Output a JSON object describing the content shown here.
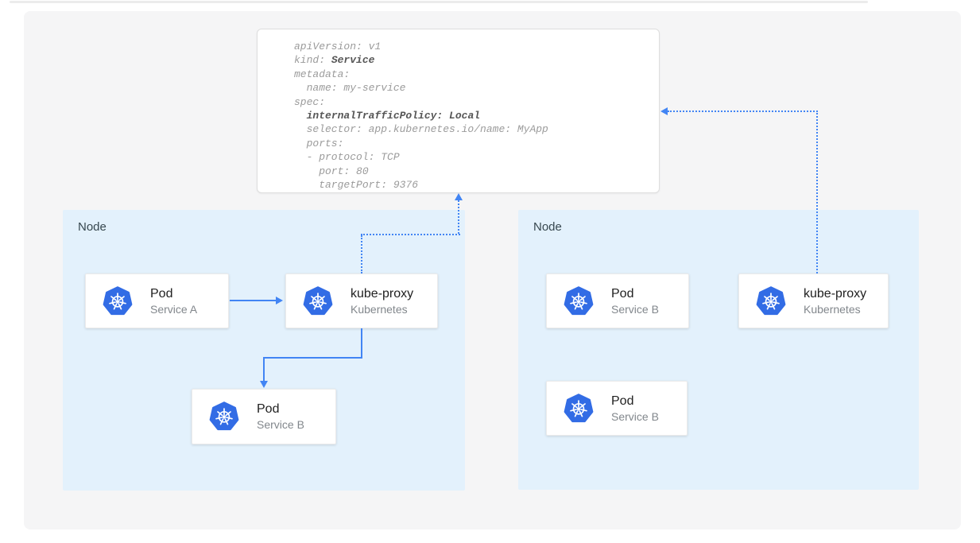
{
  "diagram": {
    "description": "Kubernetes Service internalTrafficPolicy diagram",
    "colors": {
      "accent_blue": "#4285f4",
      "kubernetes_blue": "#326ce5",
      "node_fill": "#e3f1fc",
      "canvas_fill": "#f5f5f6",
      "code_gray": "#9b9b9b",
      "code_bold_gray": "#565656"
    }
  },
  "yaml": {
    "lines": [
      {
        "pre": "apiVersion: v1"
      },
      {
        "pre": "kind: ",
        "bold": "Service"
      },
      {
        "pre": "metadata:"
      },
      {
        "pre": "  name: my-service"
      },
      {
        "pre": "spec:"
      },
      {
        "pre": "  ",
        "bold": "internalTrafficPolicy: Local"
      },
      {
        "pre": "  selector: app.kubernetes.io/name: MyApp"
      },
      {
        "pre": "  ports:"
      },
      {
        "pre": "  - protocol: TCP"
      },
      {
        "pre": "    port: 80"
      },
      {
        "pre": "    targetPort: 9376"
      }
    ]
  },
  "nodes": [
    {
      "label": "Node",
      "cards": [
        {
          "title": "Pod",
          "subtitle": "Service A",
          "icon": "kubernetes-wheel"
        },
        {
          "title": "kube-proxy",
          "subtitle": "Kubernetes",
          "icon": "kubernetes-wheel"
        },
        {
          "title": "Pod",
          "subtitle": "Service B",
          "icon": "kubernetes-wheel"
        }
      ]
    },
    {
      "label": "Node",
      "cards": [
        {
          "title": "Pod",
          "subtitle": "Service B",
          "icon": "kubernetes-wheel"
        },
        {
          "title": "kube-proxy",
          "subtitle": "Kubernetes",
          "icon": "kubernetes-wheel"
        },
        {
          "title": "Pod",
          "subtitle": "Service B",
          "icon": "kubernetes-wheel"
        }
      ]
    }
  ]
}
